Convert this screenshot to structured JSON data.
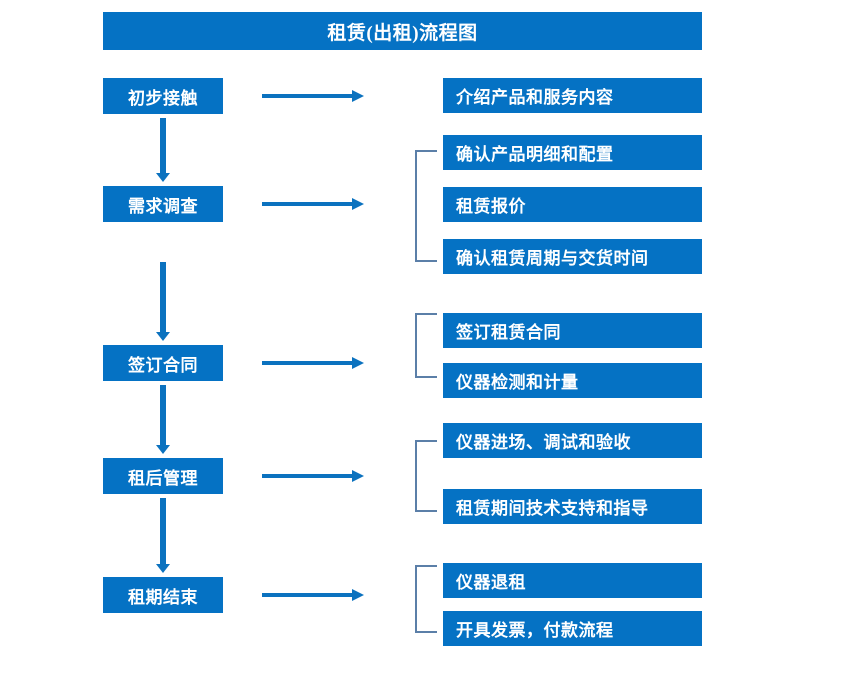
{
  "title": "租赁(出租)流程图",
  "colors": {
    "primary_blue": "#0572C4",
    "arrow_blue": "#0B72BF",
    "bracket_blue": "#5B7FA8",
    "text_white": "#FFFFFF",
    "background": "#FFFFFF"
  },
  "stages": [
    {
      "label": "初步接触"
    },
    {
      "label": "需求调查"
    },
    {
      "label": "签订合同"
    },
    {
      "label": "租后管理"
    },
    {
      "label": "租期结束"
    }
  ],
  "details": {
    "group1": [
      {
        "label": "介绍产品和服务内容"
      }
    ],
    "group2": [
      {
        "label": "确认产品明细和配置"
      },
      {
        "label": "租赁报价"
      },
      {
        "label": "确认租赁周期与交货时间"
      }
    ],
    "group3": [
      {
        "label": "签订租赁合同"
      },
      {
        "label": "仪器检测和计量"
      }
    ],
    "group4": [
      {
        "label": "仪器进场、调试和验收"
      },
      {
        "label": "租赁期间技术支持和指导"
      }
    ],
    "group5": [
      {
        "label": "仪器退租"
      },
      {
        "label": "开具发票，付款流程"
      }
    ]
  }
}
